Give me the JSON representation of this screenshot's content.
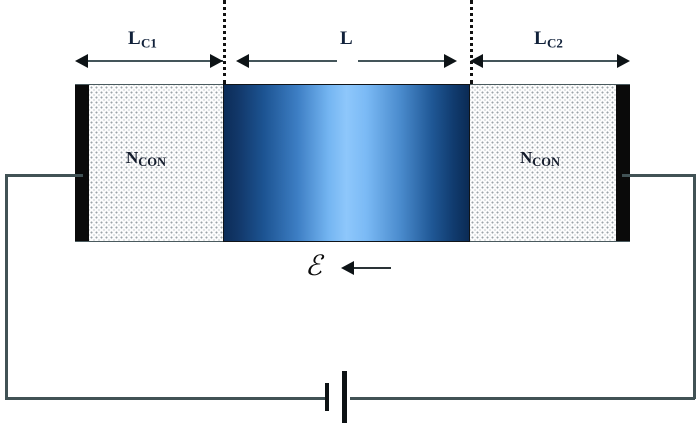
{
  "figure": {
    "type": "semiconductor-device-schematic",
    "description": "Two-terminal semiconductor device with contact regions and biased channel"
  },
  "dimensions": {
    "left": {
      "label": "L",
      "subscript": "C1"
    },
    "center": {
      "label": "L",
      "subscript": ""
    },
    "right": {
      "label": "L",
      "subscript": "C2"
    }
  },
  "regions": {
    "left_contact": {
      "label": "N",
      "subscript": "CON"
    },
    "right_contact": {
      "label": "N",
      "subscript": "CON"
    },
    "channel": {
      "label": ""
    }
  },
  "field": {
    "symbol": "ℰ",
    "direction": "left"
  },
  "circuit": {
    "source": "battery"
  },
  "colors": {
    "electrode": "#0a0a0a",
    "channel_edge": "#0c2c57",
    "channel_center": "#8ec7fb",
    "wire": "#415255",
    "label_text": "#11213a",
    "dimension_line": "#44555a"
  }
}
